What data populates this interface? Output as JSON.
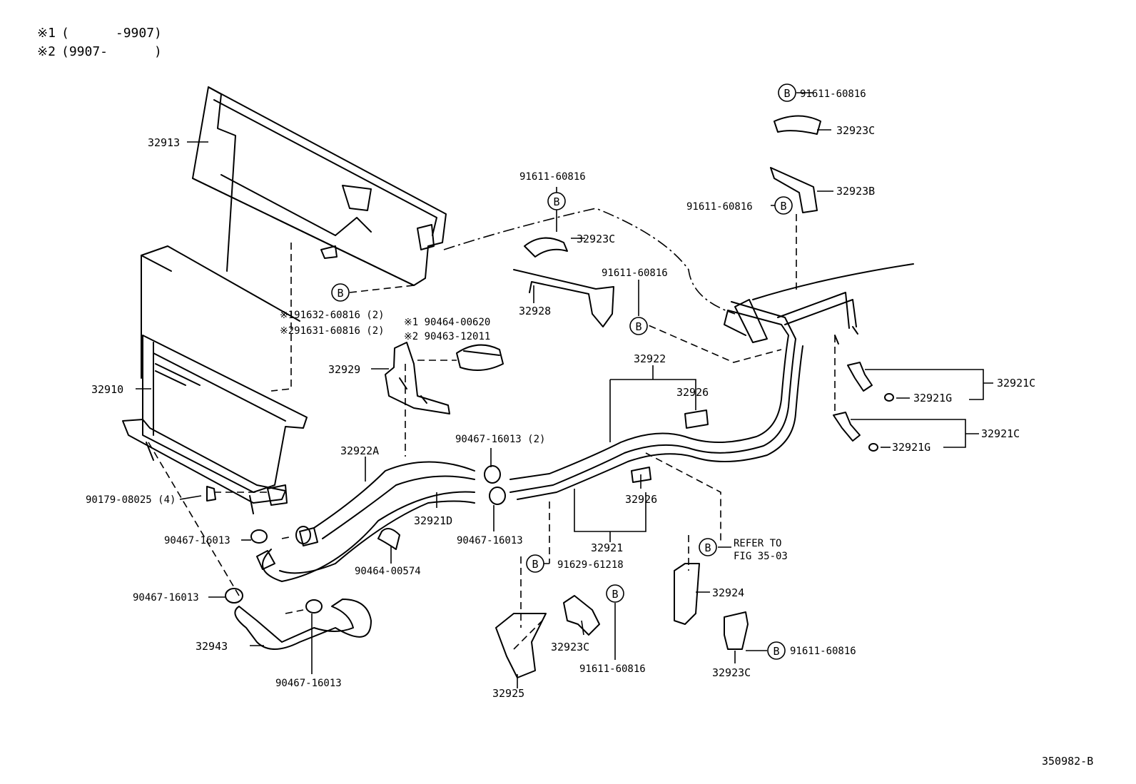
{
  "legend": {
    "note1_mark": "※1",
    "note1_range": "(      -9907)",
    "note2_mark": "※2",
    "note2_range": "(9907-      )"
  },
  "callout_marker": "B",
  "footer_code": "350982-B",
  "labels": {
    "p32913": "32913",
    "p32910": "32910",
    "p91632": "※191632-60816 (2)",
    "p91631": "※291631-60816 (2)",
    "p90464_620": "※1 90464-00620",
    "p90463": "※2 90463-12011",
    "p32929": "32929",
    "p32922A": "32922A",
    "p32921D": "32921D",
    "p90179": "90179-08025 (4)",
    "p90467_l1": "90467-16013",
    "p90467_l2": "90467-16013",
    "p90467_b": "90467-16013",
    "p90464_574": "90464-00574",
    "p32943": "32943",
    "p90467_top": "90467-16013 (2)",
    "p90467_mid": "90467-16013",
    "p91611_top": "91611-60816",
    "p32923C_top": "32923C",
    "p32928": "32928",
    "p91611_mid": "91611-60816",
    "p32922": "32922",
    "p32926_a": "32926",
    "p32926_b": "32926",
    "p32921": "32921",
    "p91629": "91629-61218",
    "p32923C_bot": "32923C",
    "p91611_bot": "91611-60816",
    "p32925": "32925",
    "refer1": "REFER TO",
    "refer2": "FIG 35-03",
    "p32924": "32924",
    "p32923C_br": "32923C",
    "p91611_br": "91611-60816",
    "p91611_tr": "91611-60816",
    "p32923C_tr": "32923C",
    "p32923B": "32923B",
    "p91611_tr2": "91611-60816",
    "p32921C_a": "32921C",
    "p32921G_a": "32921G",
    "p32921C_b": "32921C",
    "p32921G_b": "32921G"
  }
}
